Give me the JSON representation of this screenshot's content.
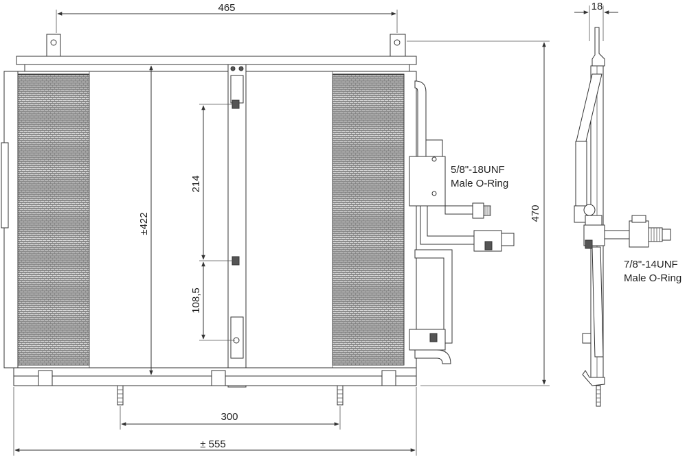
{
  "dimensions": {
    "width_top": "465",
    "side_depth": "18",
    "height_core": "±422",
    "height_total": "470",
    "pitch_upper": "214",
    "pitch_lower": "108,5",
    "mount_spacing": "300",
    "width_total": "± 555"
  },
  "fittings": {
    "inlet_thread": "5/8\"-18UNF",
    "inlet_type": "Male O-Ring",
    "outlet_thread": "7/8\"-14UNF",
    "outlet_type": "Male O-Ring"
  },
  "colors": {
    "line": "#333333",
    "fin": "#555555"
  }
}
